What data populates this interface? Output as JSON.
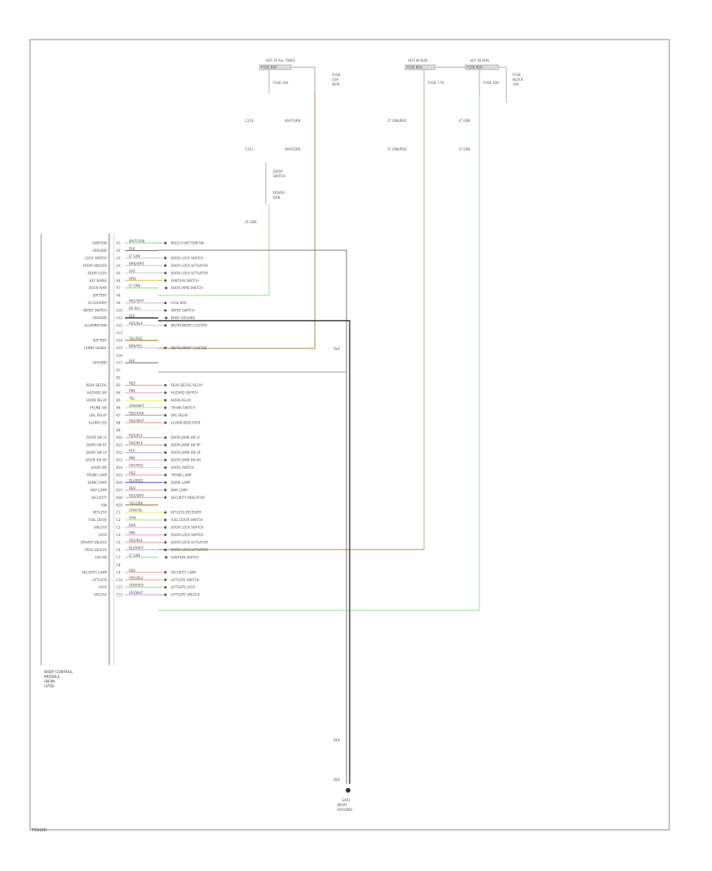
{
  "footer_code": "T00000",
  "colors": {
    "border": "#777777",
    "wire_green": "#8ee68e",
    "wire_tan": "#b08a3a",
    "wire_black": "#333333",
    "wire_gray": "#777777"
  },
  "top_connectors": [
    {
      "label": "HOT AT ALL TIMES",
      "sub": "FUSE BOX",
      "fuse": "FUSE 10A"
    },
    {
      "label": "HOT IN RUN",
      "sub": "FUSE BOX",
      "fuse": "FUSE 7.5A"
    },
    {
      "label": "HOT IN RUN",
      "sub": "FUSE BOX",
      "fuse": "FUSE 10A"
    }
  ],
  "module_title": [
    "BODY CONTROL",
    "MODULE",
    "(BCM)",
    "(STD)"
  ],
  "ground_label": [
    "G401",
    "(BODY",
    "GROUND)"
  ],
  "pins": [
    {
      "name": "IGNITION",
      "num": "A1",
      "wire": "WHT/GRN",
      "color": "#8ee68e",
      "dest": "MULTI-FUNCTION SW",
      "run": "none"
    },
    {
      "name": "GROUND",
      "num": "A2",
      "wire": "BLK",
      "color": "#777777",
      "dest": "",
      "run": "ground"
    },
    {
      "name": "LOCK SWITCH",
      "num": "A3",
      "wire": "LT GRN",
      "color": "#cccccc",
      "dest": "DOOR LOCK SWITCH",
      "run": "none"
    },
    {
      "name": "DOOR UNLOCK",
      "num": "A4",
      "wire": "BRN/WHT",
      "color": "#cccccc",
      "dest": "DOOR LOCK ACTUATOR",
      "run": "none"
    },
    {
      "name": "DOOR LOCK",
      "num": "A5",
      "wire": "GRY",
      "color": "#cccccc",
      "dest": "DOOR LOCK ACTUATOR",
      "run": "none"
    },
    {
      "name": "KEY SENSE",
      "num": "A6",
      "wire": "ORG",
      "color": "#e8c26a",
      "dest": "IGNITION SWITCH",
      "run": "none"
    },
    {
      "name": "DOOR AJAR",
      "num": "A7",
      "wire": "LT GRN",
      "color": "#8ee68e",
      "dest": "DOOR JAMB SWITCH",
      "run": "green1"
    },
    {
      "name": "BATTERY",
      "num": "A8",
      "wire": "",
      "color": "",
      "dest": "",
      "run": "none"
    },
    {
      "name": "ACCESSORY",
      "num": "A9",
      "wire": "RED/WHT",
      "color": "#cccccc",
      "dest": "FUSE BOX",
      "run": "none"
    },
    {
      "name": "WIPER SWITCH",
      "num": "A10",
      "wire": "DK BLU",
      "color": "#dddddd",
      "dest": "WIPER SWITCH",
      "run": "none"
    },
    {
      "name": "GROUND",
      "num": "A11",
      "wire": "BLK",
      "color": "#333333",
      "dest": "BODY GROUND",
      "run": "blackthick"
    },
    {
      "name": "ILLUMINATION",
      "num": "A12",
      "wire": "RED/BLK",
      "color": "#cccccc",
      "dest": "INSTRUMENT CLUSTER",
      "run": "none"
    },
    {
      "name": "",
      "num": "A13",
      "wire": "",
      "color": "",
      "dest": "",
      "run": "none"
    },
    {
      "name": "BATTERY",
      "num": "A14",
      "wire": "YEL/RED",
      "color": "#b08a3a",
      "dest": "",
      "run": "tan1"
    },
    {
      "name": "CHIME SIGNAL",
      "num": "A15",
      "wire": "BRN/YEL",
      "color": "#cccccc",
      "dest": "INSTRUMENT CLUSTER",
      "run": "none"
    },
    {
      "name": "",
      "num": "A16",
      "wire": "",
      "color": "",
      "dest": "",
      "run": "none"
    },
    {
      "name": "GROUND",
      "num": "A17",
      "wire": "BLK",
      "color": "#777777",
      "dest": "",
      "run": "ground"
    },
    {
      "name": "",
      "num": "B1",
      "wire": "",
      "color": "",
      "dest": "",
      "run": "none"
    },
    {
      "name": "",
      "num": "B2",
      "wire": "",
      "color": "",
      "dest": "",
      "run": "none"
    },
    {
      "name": "REAR DEFOG",
      "num": "B3",
      "wire": "RED",
      "color": "#f2a0a0",
      "dest": "REAR DEFOG RELAY",
      "run": "none"
    },
    {
      "name": "HAZARD SW",
      "num": "B4",
      "wire": "PNK",
      "color": "#f5a3d0",
      "dest": "HAZARD SWITCH",
      "run": "none"
    },
    {
      "name": "HORN RELAY",
      "num": "B5",
      "wire": "YEL",
      "color": "#f2f27a",
      "dest": "HORN RELAY",
      "run": "none"
    },
    {
      "name": "TRUNK SW",
      "num": "B6",
      "wire": "GRN/WHT",
      "color": "#bce8a5",
      "dest": "TRUNK SWITCH",
      "run": "none"
    },
    {
      "name": "DRL RELAY",
      "num": "B7",
      "wire": "RED/GRN",
      "color": "#e89a9a",
      "dest": "DRL RELAY",
      "run": "none"
    },
    {
      "name": "ALARM LED",
      "num": "B8",
      "wire": "RED/WHT",
      "color": "#f2a0a0",
      "dest": "ALARM INDICATOR",
      "run": "none"
    },
    {
      "name": "",
      "num": "B9",
      "wire": "",
      "color": "",
      "dest": "",
      "run": "none"
    },
    {
      "name": "DOOR SW LF",
      "num": "B10",
      "wire": "RED/BLU",
      "color": "#f2a0a0",
      "dest": "DOOR JAMB SW LF",
      "run": "none"
    },
    {
      "name": "DOOR SW RF",
      "num": "B11",
      "wire": "RED/BLK",
      "color": "#f2a0a0",
      "dest": "DOOR JAMB SW RF",
      "run": "none"
    },
    {
      "name": "DOOR SW LR",
      "num": "B12",
      "wire": "BLU",
      "color": "#b7b7f2",
      "dest": "DOOR JAMB SW LR",
      "run": "none"
    },
    {
      "name": "DOOR SW RR",
      "num": "B13",
      "wire": "PNK",
      "color": "#f5a3d0",
      "dest": "DOOR JAMB SW RR",
      "run": "none"
    },
    {
      "name": "HOOD SW",
      "num": "B14",
      "wire": "GRY/RED",
      "color": "#dddddd",
      "dest": "HOOD SWITCH",
      "run": "none"
    },
    {
      "name": "TRUNK LAMP",
      "num": "B15",
      "wire": "RED",
      "color": "#f2a0a0",
      "dest": "TRUNK LAMP",
      "run": "none"
    },
    {
      "name": "DOME LAMP",
      "num": "B16",
      "wire": "BLU/RED",
      "color": "#6e6ef0",
      "dest": "DOME LAMP",
      "run": "none"
    },
    {
      "name": "MAP LAMP",
      "num": "B17",
      "wire": "RED",
      "color": "#f2a0a0",
      "dest": "MAP LAMP",
      "run": "none"
    },
    {
      "name": "SECURITY",
      "num": "B18",
      "wire": "RED/WHT",
      "color": "#f2a0a0",
      "dest": "SECURITY INDICATOR",
      "run": "none"
    },
    {
      "name": "IGN",
      "num": "B19",
      "wire": "YEL/GRN",
      "color": "#b08a3a",
      "dest": "",
      "run": "tan2"
    },
    {
      "name": "KEYLESS",
      "num": "C1",
      "wire": "GRN/YEL",
      "color": "#e6f27a",
      "dest": "KEYLESS RECEIVER",
      "run": "none"
    },
    {
      "name": "FUEL DOOR",
      "num": "C2",
      "wire": "GRN",
      "color": "#bce8a5",
      "dest": "FUEL DOOR SWITCH",
      "run": "none"
    },
    {
      "name": "UNLOCK",
      "num": "C3",
      "wire": "BRN",
      "color": "#cccccc",
      "dest": "DOOR LOCK SWITCH",
      "run": "none"
    },
    {
      "name": "LOCK",
      "num": "C4",
      "wire": "PNK",
      "color": "#f5a3d0",
      "dest": "DOOR LOCK SWITCH",
      "run": "none"
    },
    {
      "name": "DRIVER UNLOCK",
      "num": "C5",
      "wire": "RED/BLK",
      "color": "#f2a0a0",
      "dest": "DOOR LOCK ACTUATOR",
      "run": "none"
    },
    {
      "name": "PASS UNLOCK",
      "num": "C6",
      "wire": "BLU/WHT",
      "color": "#b7b7f2",
      "dest": "DOOR LOCK ACTUATOR",
      "run": "none"
    },
    {
      "name": "IGN SW",
      "num": "C7",
      "wire": "LT GRN",
      "color": "#8ee68e",
      "dest": "IGNITION SWITCH",
      "run": "green2"
    },
    {
      "name": "",
      "num": "C8",
      "wire": "",
      "color": "",
      "dest": "",
      "run": "none"
    },
    {
      "name": "SECURITY LAMP",
      "num": "C9",
      "wire": "RED",
      "color": "#f2a0a0",
      "dest": "SECURITY LAMP",
      "run": "none"
    },
    {
      "name": "LIFTGATE",
      "num": "C10",
      "wire": "ORG/BLK",
      "color": "#f2b77a",
      "dest": "LIFTGATE SWITCH",
      "run": "none"
    },
    {
      "name": "LOCK",
      "num": "C11",
      "wire": "GRN/RED",
      "color": "#8ee68e",
      "dest": "LIFTGATE LOCK",
      "run": "none"
    },
    {
      "name": "UNLOCK",
      "num": "C12",
      "wire": "VIO/WHT",
      "color": "#d9a0f2",
      "dest": "LIFTGATE UNLOCK",
      "run": "none"
    }
  ]
}
